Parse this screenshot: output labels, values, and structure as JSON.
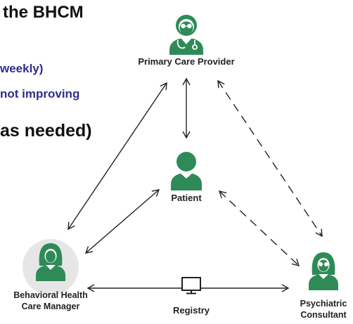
{
  "heading": {
    "title": "the BHCM",
    "line1": "weekly)",
    "line2": "not improving",
    "line3": "as needed)"
  },
  "nodes": {
    "pcp": {
      "label": "Primary Care Provider",
      "icon": "doctor-icon"
    },
    "patient": {
      "label": "Patient",
      "icon": "person-icon"
    },
    "bhcm": {
      "label_line1": "Behavioral Health",
      "label_line2": "Care Manager",
      "icon": "woman-icon"
    },
    "psych": {
      "label_line1": "Psychiatric",
      "label_line2": "Consultant",
      "icon": "woman-glasses-icon"
    },
    "registry": {
      "label": "Registry",
      "icon": "monitor-icon"
    }
  },
  "colors": {
    "icon_green": "#2e8b57",
    "icon_white": "#ffffff",
    "arrow": "#222222",
    "heading_blue": "#2e2e8a",
    "bhcm_circle": "#e6e6e6"
  }
}
